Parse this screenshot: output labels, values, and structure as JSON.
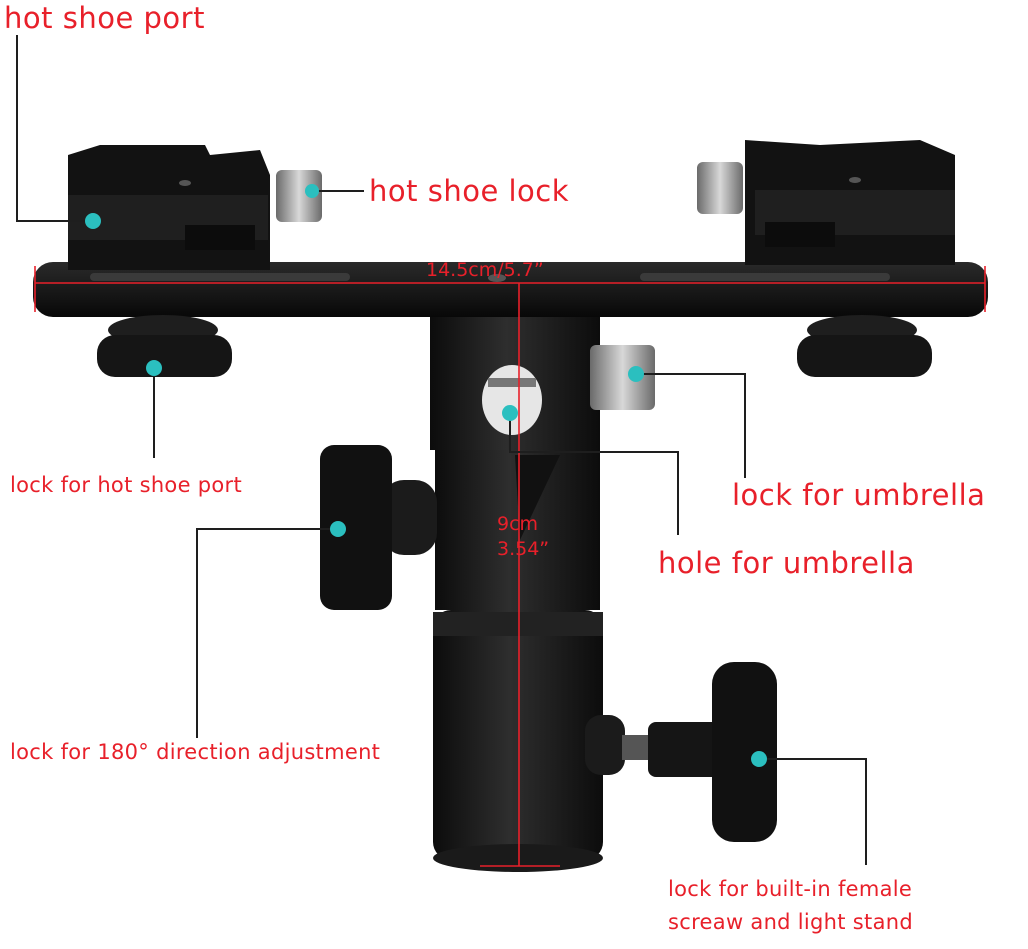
{
  "colors": {
    "label": "#e8202a",
    "leader": "#1e1e1e",
    "marker": "#2bbfbf",
    "hardware": "#141414",
    "metal": "#a8a8a8"
  },
  "labels": {
    "hot_shoe_port": "hot shoe port",
    "hot_shoe_lock": "hot shoe lock",
    "lock_hot_shoe_port": "lock for hot shoe port",
    "lock_umbrella": "lock for umbrella",
    "hole_umbrella": "hole for umbrella",
    "lock_direction": "lock for 180° direction adjustment",
    "lock_stand_line1": "lock for built-in female",
    "lock_stand_line2": "screaw and light stand"
  },
  "dimensions": {
    "width": "14.5cm/5.7”",
    "height_cm": "9cm",
    "height_in": "3.54”"
  }
}
